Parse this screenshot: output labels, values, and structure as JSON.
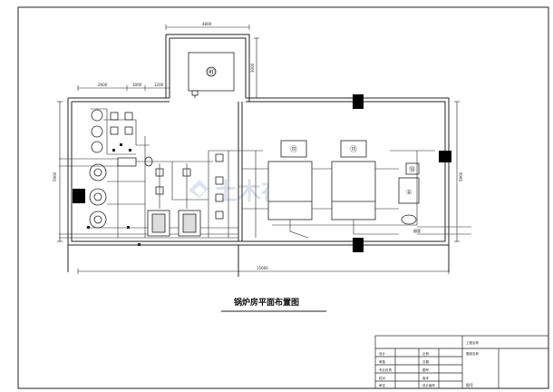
{
  "drawing": {
    "title": "锅炉房平面布置图",
    "watermark": "土木在线"
  },
  "dimensions": {
    "top_width": "4800",
    "top_height": "3000",
    "left_a": "2600",
    "left_b": "3000",
    "left_c": "1200",
    "left_height": "5900",
    "right_height": "5900",
    "bottom_width": "15600"
  },
  "equipment_tags": {
    "tank_top": "㊶",
    "boiler_1": "⑪",
    "boiler_2": "⑪",
    "unit_right": "⑬",
    "unit_cell": "①"
  },
  "pipe_label": "烟管",
  "title_block": {
    "project_name": "工程名称",
    "drawing_name": "图纸名称",
    "rows_left": [
      "设计",
      "审核",
      "专业负责",
      "校对",
      "审定"
    ],
    "rows_right": [
      "比例",
      "日期",
      "图号",
      "版本",
      "设计编号"
    ],
    "sheet_no_label": "图号"
  },
  "colors": {
    "line": "#222222",
    "wall_fill": "#000000",
    "watermark": "#cfd8e3"
  }
}
